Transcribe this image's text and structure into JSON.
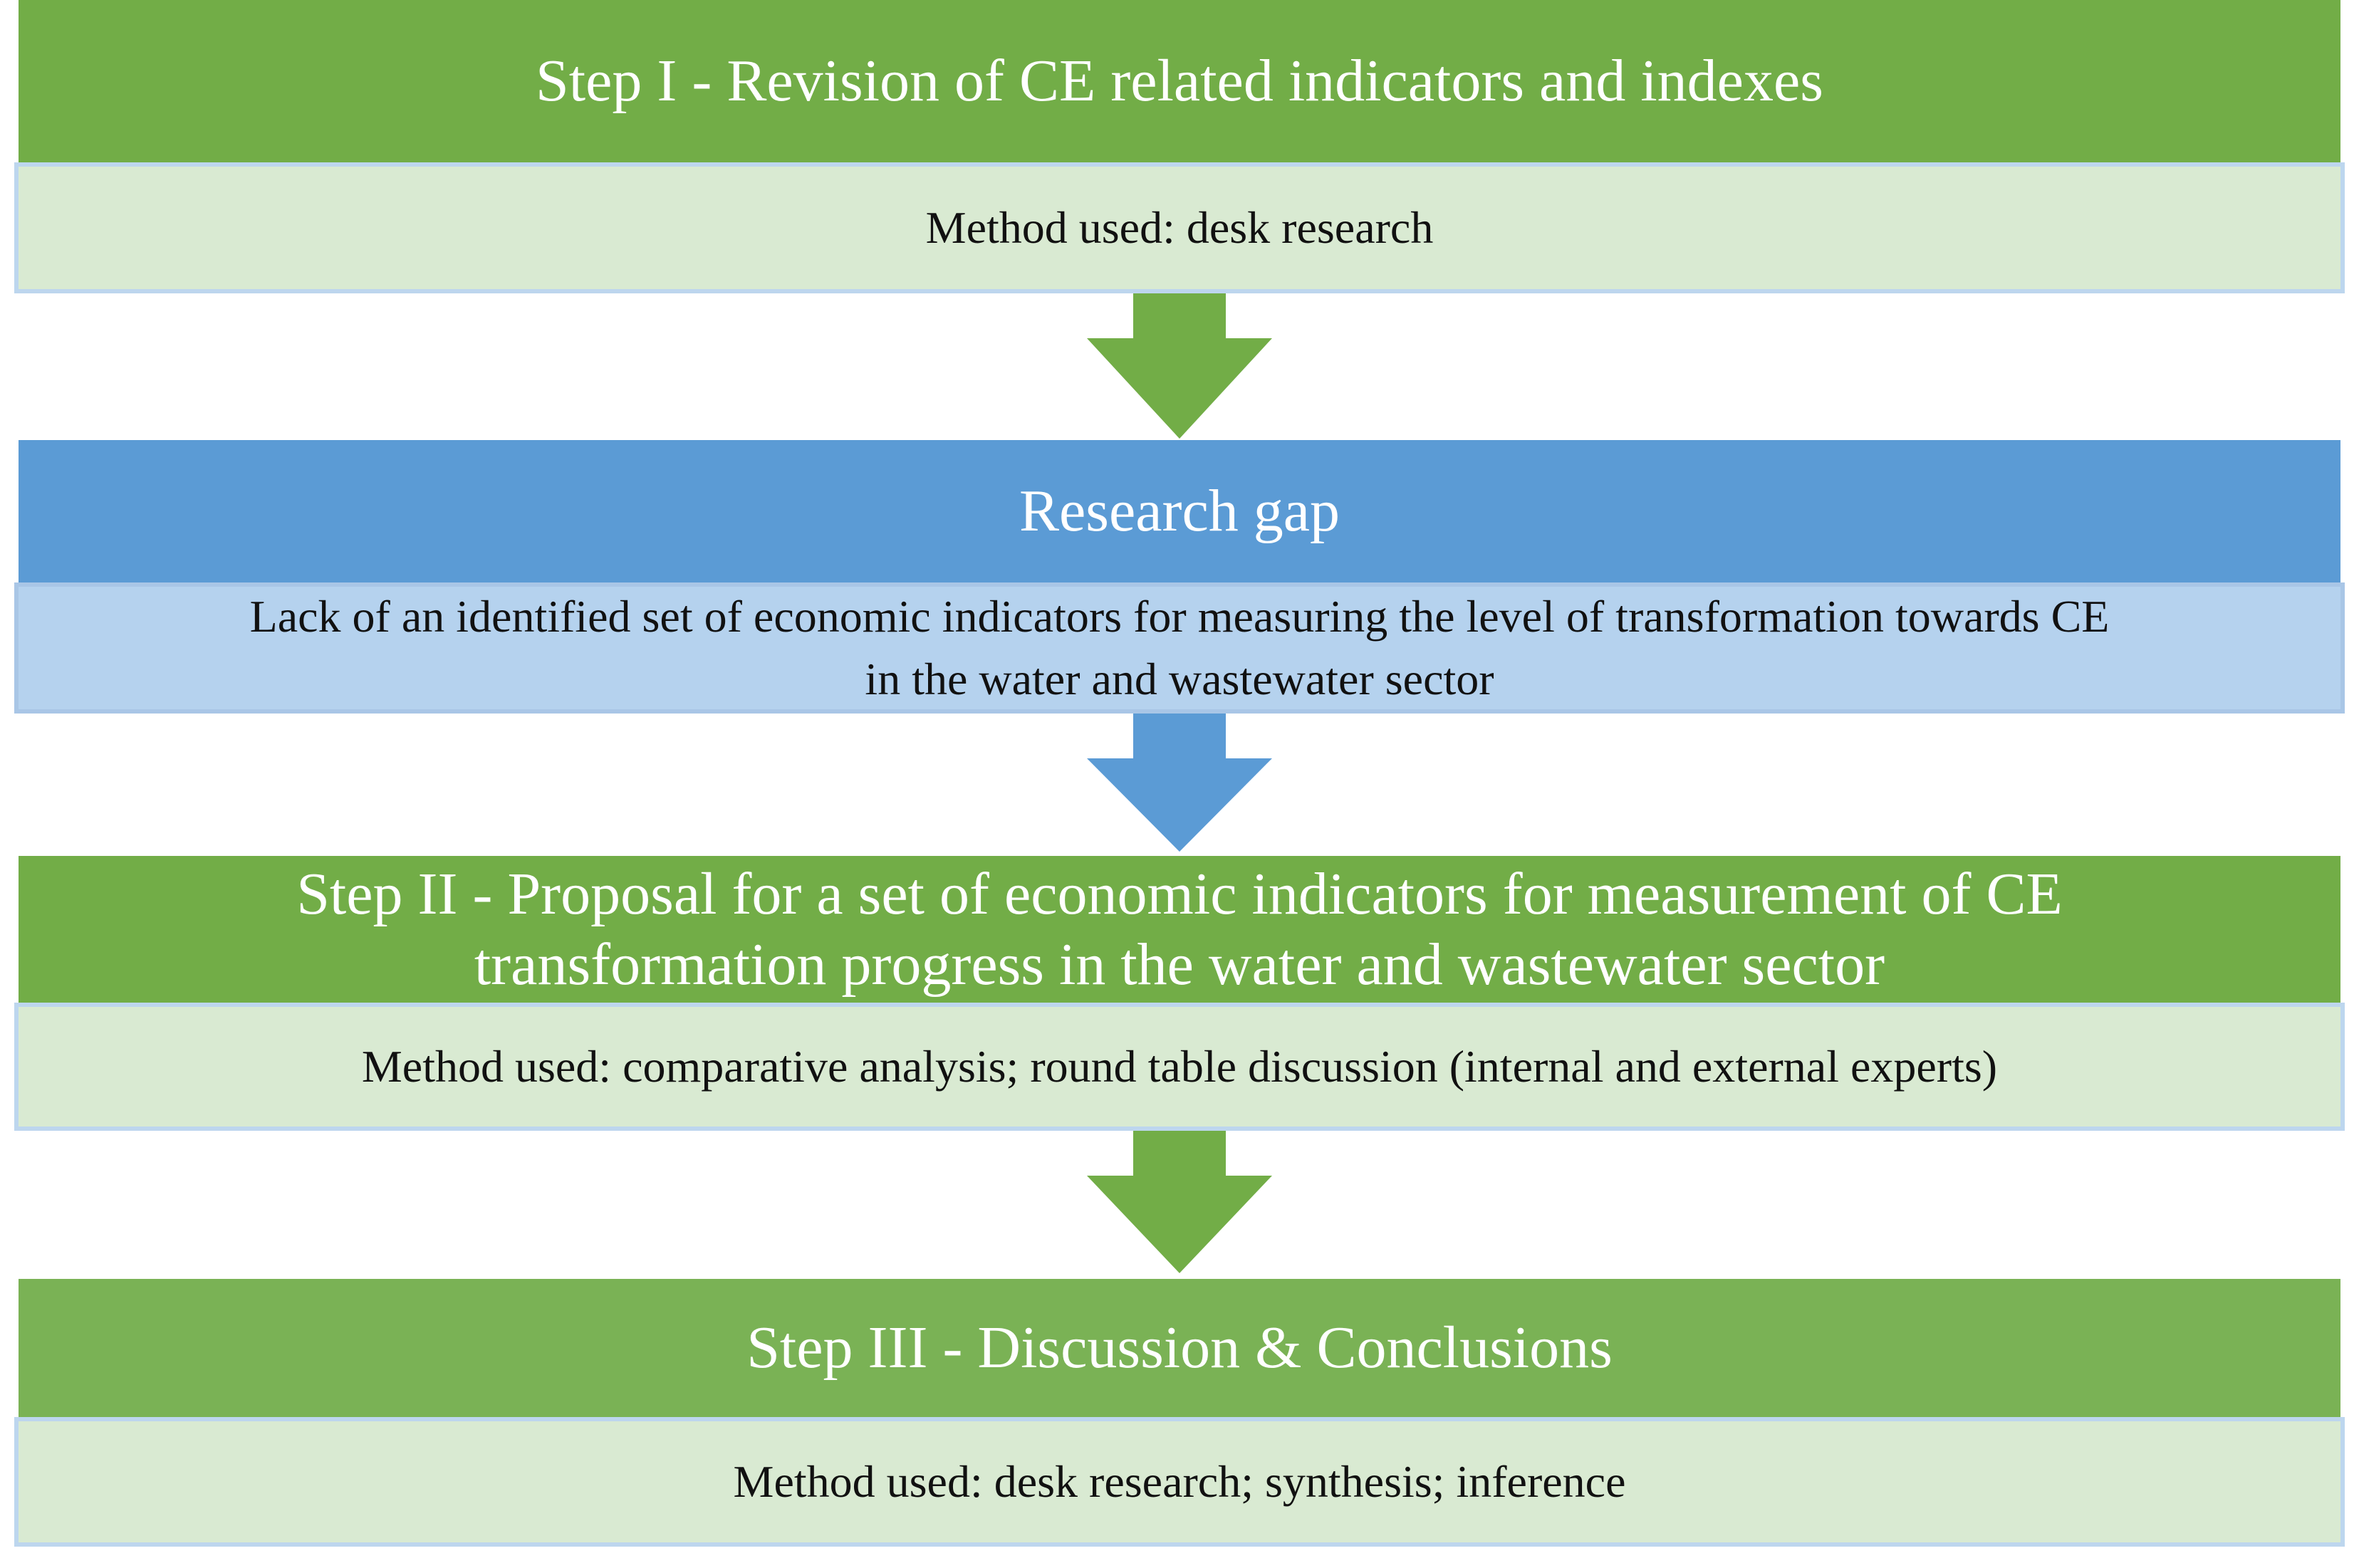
{
  "diagram": {
    "step1": {
      "title": "Step I - Revision of CE related indicators and indexes",
      "method": "Method used: desk research",
      "header_color": "#72ad47",
      "body_color": "#d9ead2"
    },
    "research_gap": {
      "title": "Research gap",
      "description_line_1": "Lack of an identified set of economic indicators for measuring the level of transformation towards CE",
      "description_line_2": "in the water and wastewater sector",
      "header_color": "#5b9bd5",
      "body_color": "#b5d2ee"
    },
    "step2": {
      "title_line_1": "Step II - Proposal for a set of economic indicators for measurement of CE",
      "title_line_2": "transformation progress in the water and wastewater sector",
      "method": "Method used: comparative analysis; round table discussion (internal and external experts)",
      "header_color": "#72ad47",
      "body_color": "#d9ead2"
    },
    "step3": {
      "title": "Step III - Discussion & Conclusions",
      "method": "Method used: desk research; synthesis; inference",
      "header_color": "#7ab255",
      "body_color": "#d9ead2"
    },
    "arrows": [
      {
        "from": "step1",
        "to": "research_gap",
        "color": "#72ad47"
      },
      {
        "from": "research_gap",
        "to": "step2",
        "color": "#5b9bd5"
      },
      {
        "from": "step2",
        "to": "step3",
        "color": "#72ad47"
      }
    ]
  }
}
